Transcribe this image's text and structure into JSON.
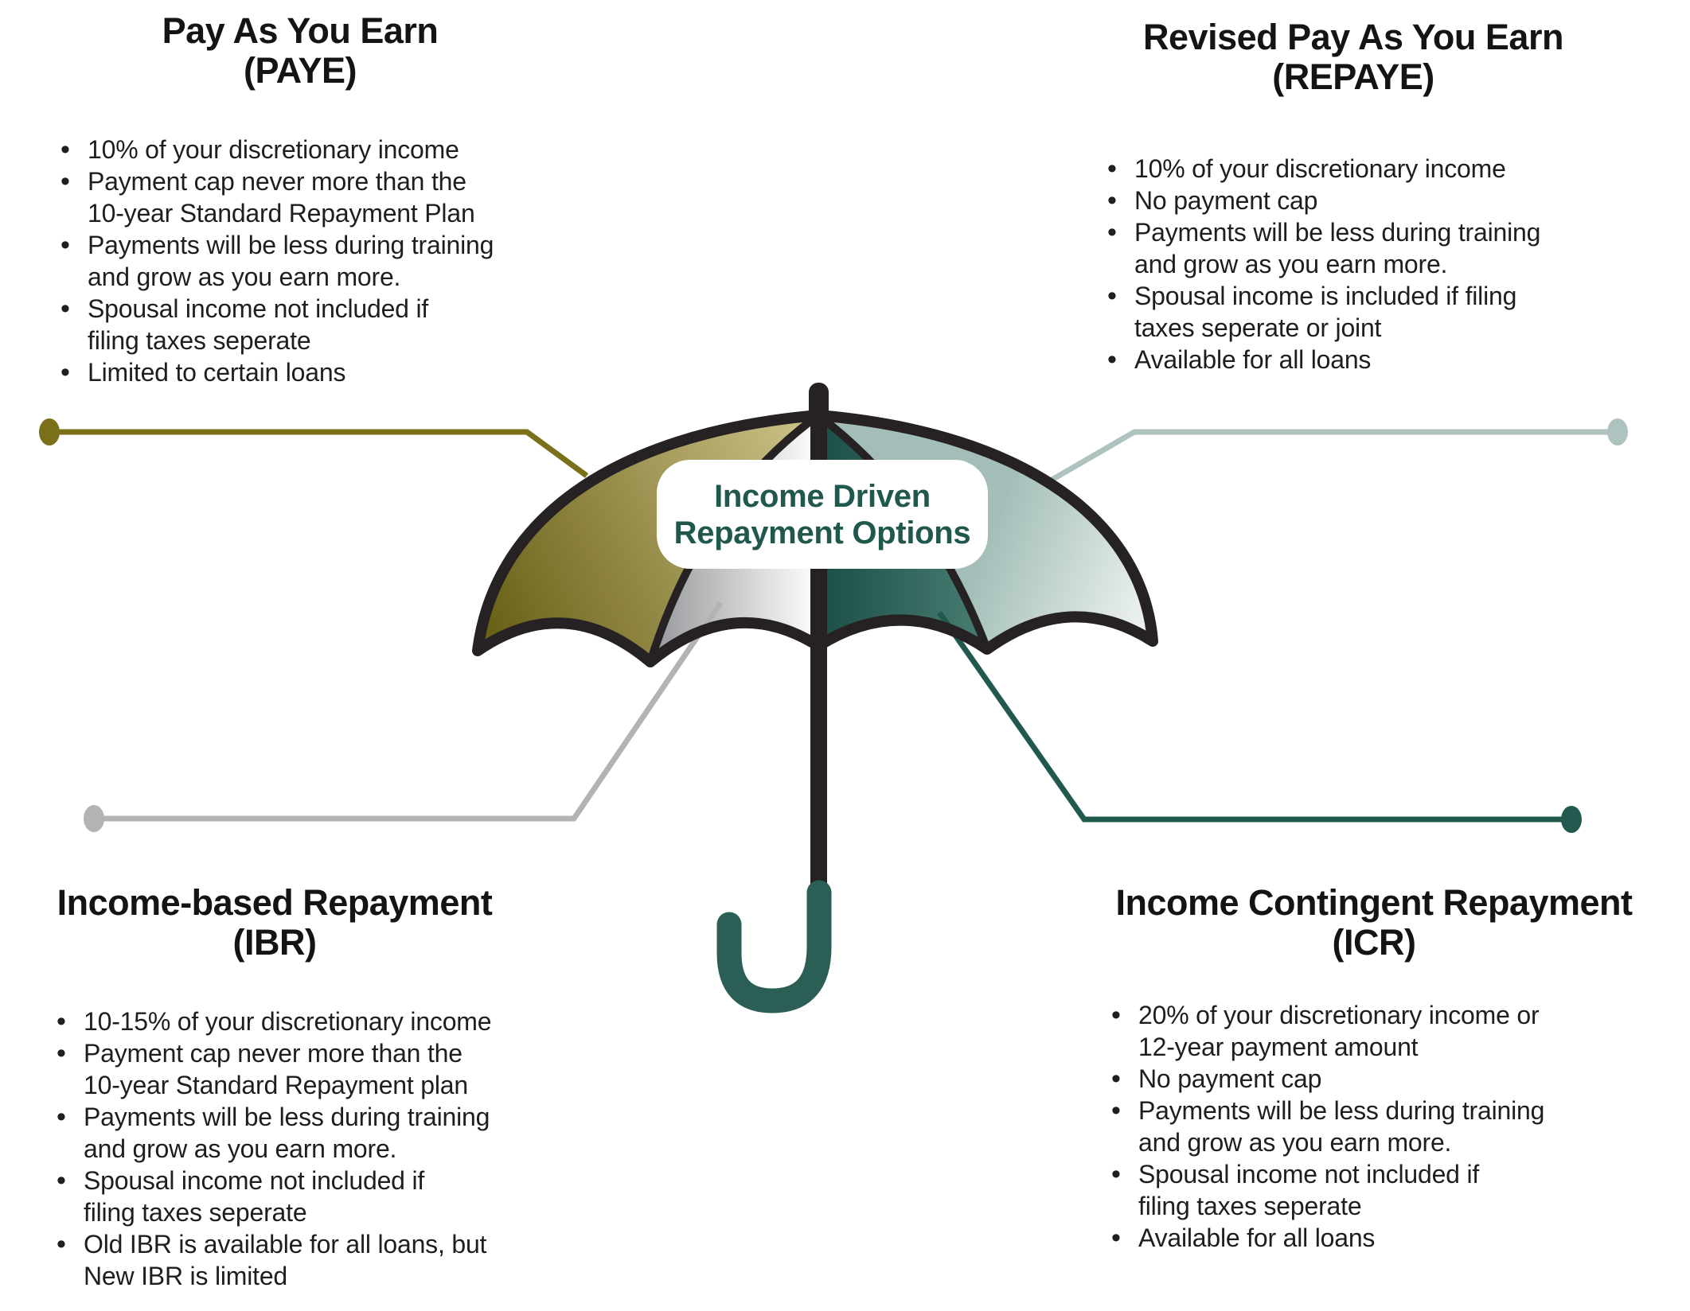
{
  "center": {
    "label": "Income Driven\nRepayment Options"
  },
  "sections": {
    "paye": {
      "title": "Pay As You Earn",
      "abbr": "(PAYE)",
      "bullets": [
        "10% of your discretionary income",
        "Payment cap never more than the\n10-year Standard Repayment Plan",
        "Payments will be less during training\nand grow as you earn more.",
        "Spousal income not included if\nfiling taxes seperate",
        "Limited to certain loans"
      ]
    },
    "repaye": {
      "title": "Revised Pay As You Earn",
      "abbr": "(REPAYE)",
      "bullets": [
        "10% of your discretionary income",
        "No payment cap",
        "Payments will be less during training\nand grow as you earn more.",
        "Spousal income is included if filing\ntaxes seperate or joint",
        "Available for all loans"
      ]
    },
    "ibr": {
      "title": "Income-based Repayment",
      "abbr": "(IBR)",
      "bullets": [
        "10-15% of your discretionary income",
        "Payment cap never more than the\n10-year Standard Repayment plan",
        "Payments will be less during training\nand grow as you earn more.",
        "Spousal income not included if\nfiling taxes seperate",
        "Old IBR is available for all loans, but\nNew IBR is limited"
      ]
    },
    "icr": {
      "title": "Income Contingent Repayment",
      "abbr": "(ICR)",
      "bullets": [
        "20% of your discretionary income or\n12-year payment amount",
        "No payment cap",
        "Payments will be less during training\nand grow as you earn more.",
        "Spousal income not included if\nfiling taxes seperate",
        "Available for all loans"
      ]
    }
  },
  "colors": {
    "heading_text": "#141414",
    "body_text": "#1E1E1E",
    "label_text": "#20584E",
    "outline": "#262123",
    "olive_dark": "#6A6118",
    "olive_light": "#C9BE83",
    "silver_dark": "#97989B",
    "silver_light": "#FFFFFF",
    "teal_dark": "#1B4E46",
    "teal_light": "#4A7D72",
    "pale_dark": "#A3BEB8",
    "pale_light": "#EDF2F0",
    "connector_paye": "#7B701A",
    "connector_repaye": "#AEC3BF",
    "connector_ibr": "#B3B3B3",
    "connector_icr": "#21594F",
    "handle": "#2B5F56"
  }
}
